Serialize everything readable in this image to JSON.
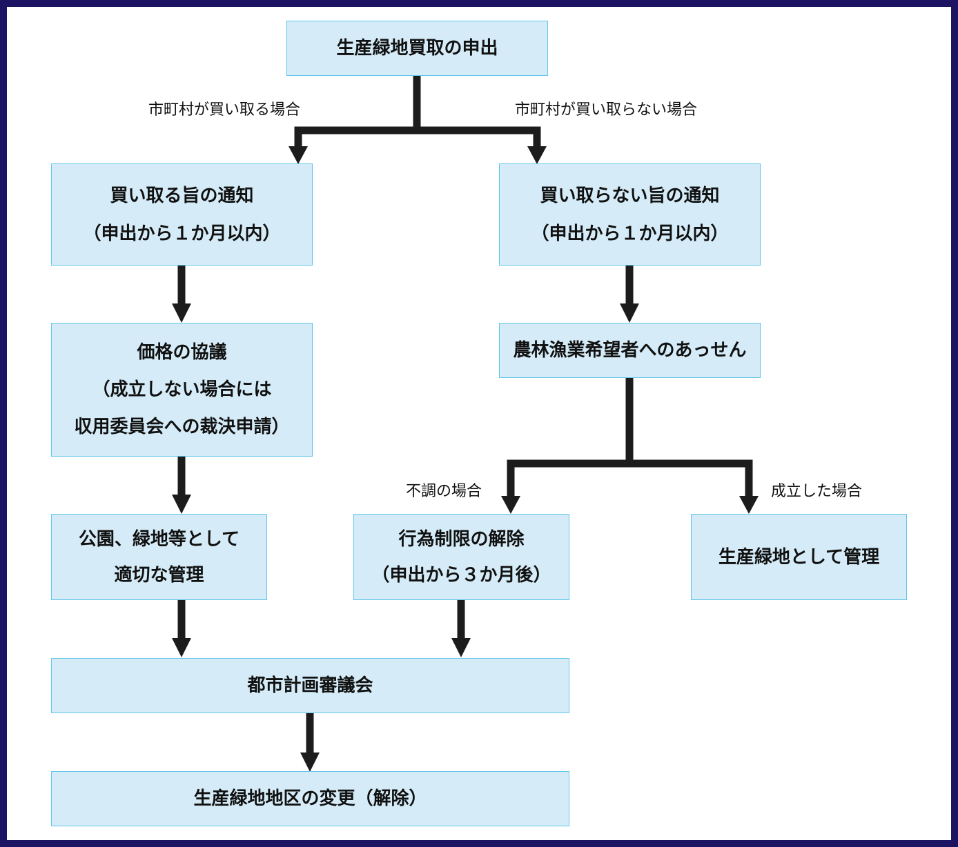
{
  "nodes": {
    "request": {
      "lines": [
        "生産緑地買取の申出"
      ]
    },
    "notice_buy": {
      "lines": [
        "買い取る旨の通知",
        "（申出から１か月以内）"
      ]
    },
    "notice_not_buy": {
      "lines": [
        "買い取らない旨の通知",
        "（申出から１か月以内）"
      ]
    },
    "price_negotiation": {
      "lines": [
        "価格の協議",
        "（成立しない場合には",
        "収用委員会への裁決申請）"
      ]
    },
    "mediation": {
      "lines": [
        "農林漁業希望者へのあっせん"
      ]
    },
    "park_management": {
      "lines": [
        "公園、緑地等として",
        "適切な管理"
      ]
    },
    "restriction_release": {
      "lines": [
        "行為制限の解除",
        "（申出から３か月後）"
      ]
    },
    "keep_management": {
      "lines": [
        "生産緑地として管理"
      ]
    },
    "council": {
      "lines": [
        "都市計画審議会"
      ]
    },
    "district_change": {
      "lines": [
        "生産緑地地区の変更（解除）"
      ]
    }
  },
  "edge_labels": {
    "buy": "市町村が買い取る場合",
    "not_buy": "市町村が買い取らない場合",
    "failed": "不調の場合",
    "succeeded": "成立した場合"
  },
  "colors": {
    "background_frame": "#1c1463",
    "node_fill": "#d5ecf8",
    "node_border": "#5ec6ea",
    "arrow": "#1c1c1c"
  }
}
